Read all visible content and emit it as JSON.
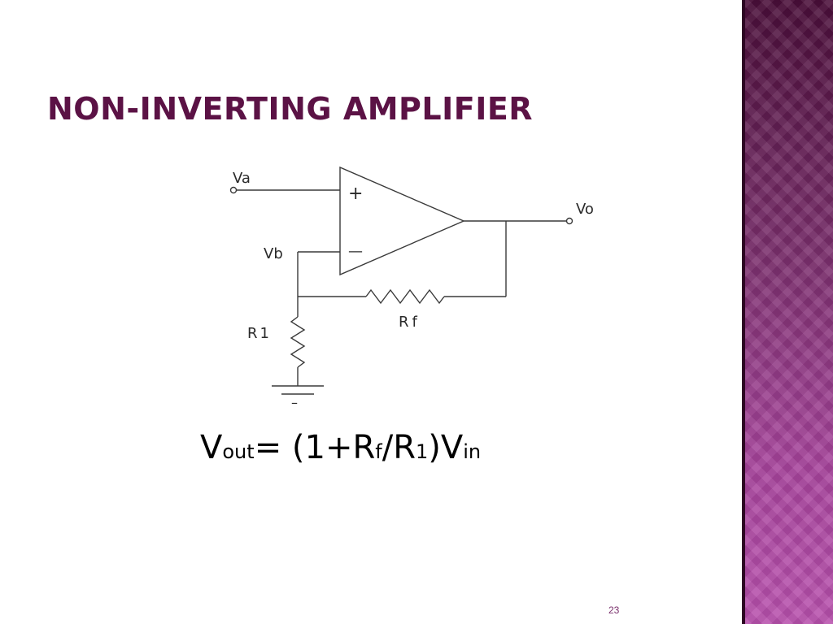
{
  "slide": {
    "title": "NON-INVERTING AMPLIFIER",
    "page_number": "23",
    "accent_color": "#5b1245",
    "side_band_colors": [
      "#4a0e39",
      "#b851ad"
    ]
  },
  "circuit": {
    "labels": {
      "va_main": "V",
      "va_sub": "a",
      "vb_main": "V",
      "vb_sub": "b",
      "vo_main": "V",
      "vo_sub": "o",
      "r1_main": "R",
      "r1_sub": "1",
      "rf_main": "R",
      "rf_sub": "f",
      "plus": "+",
      "minus": "—"
    },
    "ground_mark": "–"
  },
  "formula": {
    "v1": "V",
    "out": "out",
    "eq": "= (1+R",
    "f": "f",
    "slash": "/R",
    "one": "1",
    "close": ")V",
    "in": "in"
  }
}
